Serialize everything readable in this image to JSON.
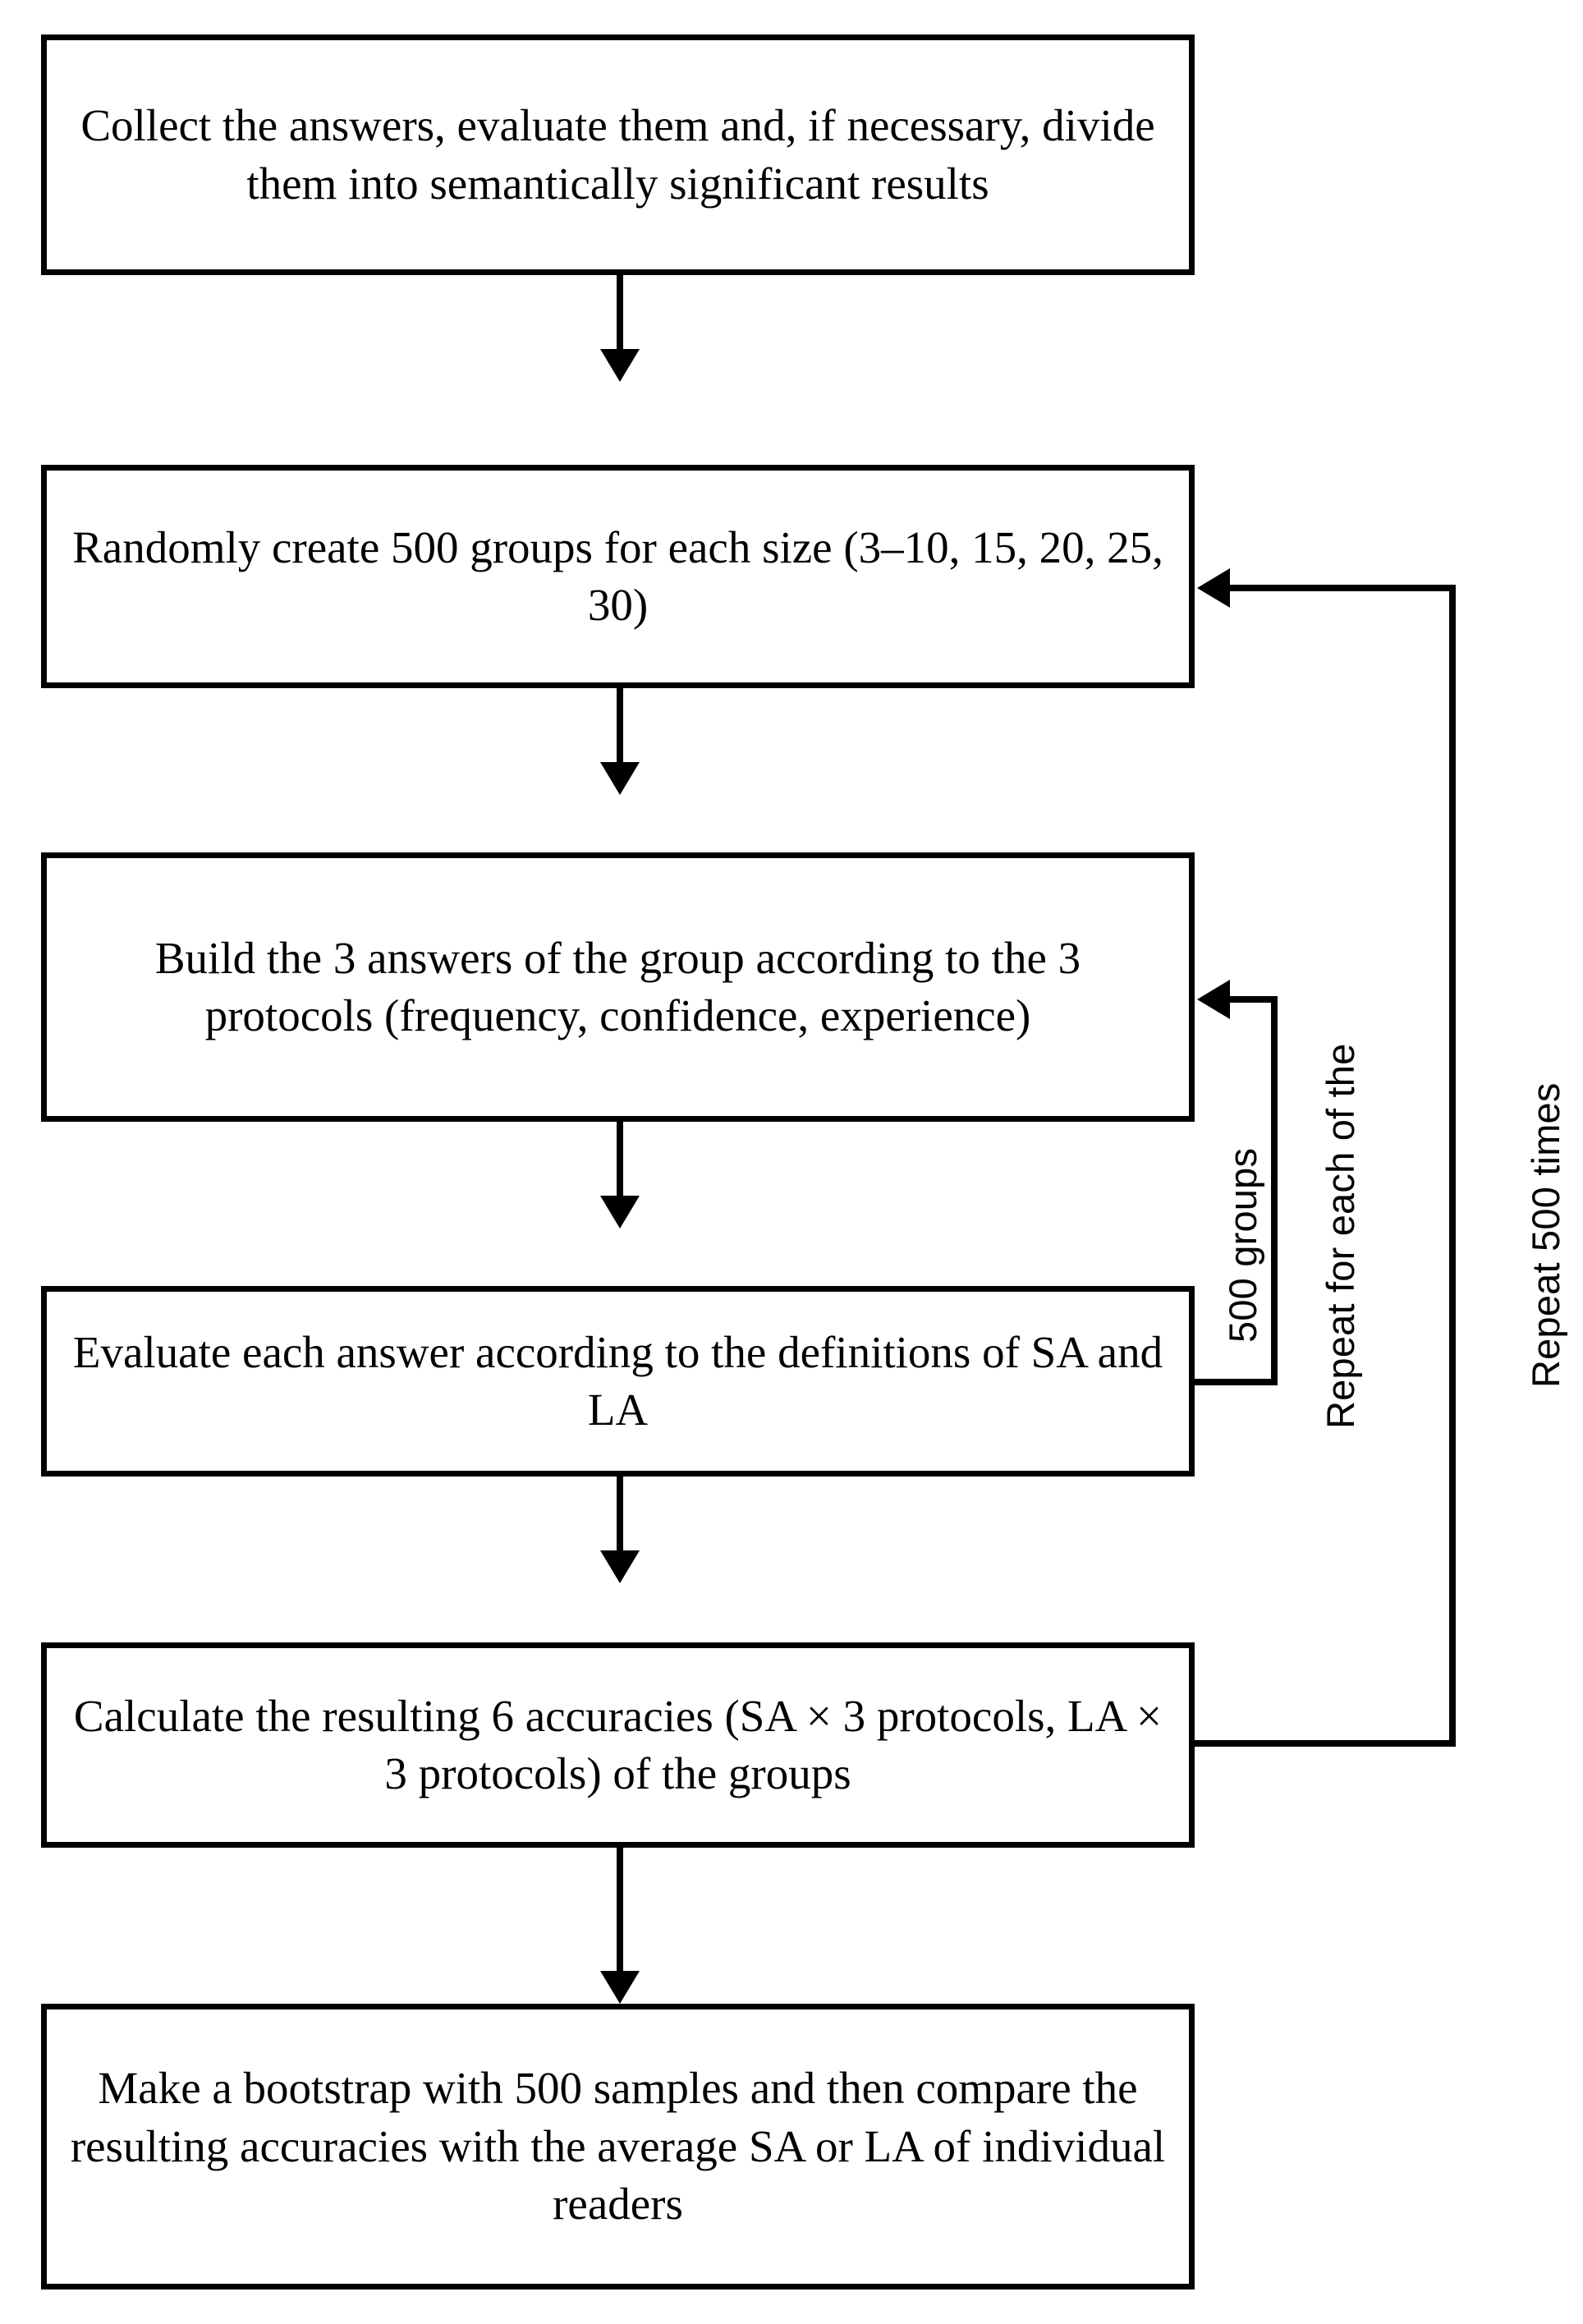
{
  "diagram": {
    "title": "Study workflow flowchart",
    "background": "#ffffff",
    "stroke_color": "#000000",
    "nodes": [
      {
        "id": "collect",
        "text": "Collect the answers, evaluate them and, if necessary, divide them into semantically significant results"
      },
      {
        "id": "create-groups",
        "text": "Randomly create 500 groups for each size (3–10, 15, 20, 25, 30)"
      },
      {
        "id": "build-answers",
        "text": "Build the 3 answers of the group according to the 3 protocols (frequency, confidence, experience)"
      },
      {
        "id": "evaluate-answers",
        "text": "Evaluate each answer according to the definitions of SA and LA"
      },
      {
        "id": "calculate-accuracies",
        "text": "Calculate the resulting 6 accuracies (SA × 3 protocols, LA × 3 protocols) of the groups"
      },
      {
        "id": "bootstrap",
        "text": "Make a bootstrap with 500 samples and then compare the resulting accuracies with the average SA or LA of individual readers"
      }
    ],
    "loop_labels": {
      "inner_groups": "500 groups",
      "inner_repeat": "Repeat for each of the",
      "outer_repeat": "Repeat 500 times"
    }
  }
}
